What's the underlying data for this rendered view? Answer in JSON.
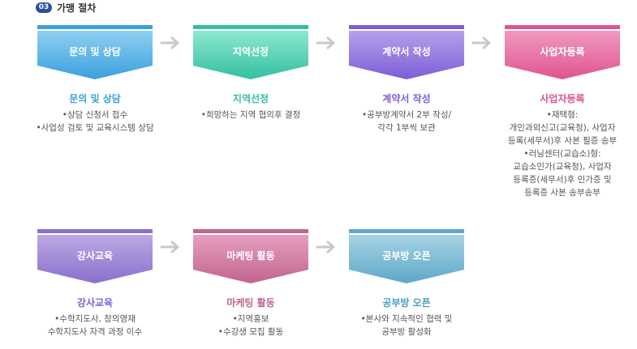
{
  "section": {
    "number": "03",
    "title": "가맹 절차"
  },
  "steps": [
    {
      "badge": "문의 및 상담",
      "title": "문의 및 상담",
      "lines": [
        "•상담 신청서 접수",
        "•사업성 검토 및 교육시스템 상담"
      ],
      "color_light": "#8fd0f2",
      "color_dark": "#3aa0dc",
      "title_color": "#3aa0dc"
    },
    {
      "badge": "지역선정",
      "title": "지역선정",
      "lines": [
        "•희망하는 지역 협의후 결정"
      ],
      "color_light": "#8ee8d2",
      "color_dark": "#33bfa0",
      "title_color": "#33bfa0"
    },
    {
      "badge": "계약서 작성",
      "title": "계약서 작성",
      "lines": [
        "•공부방계약서 2부 작성/",
        "각각 1부씩 보관"
      ],
      "color_light": "#b6a0ec",
      "color_dark": "#7d5ed6",
      "title_color": "#7d5ed6"
    },
    {
      "badge": "사업자등록",
      "title": "사업자등록",
      "lines": [
        "•재택형:",
        "개인과외신고(교육청), 사업자",
        "등록(세무서)후 사본 필증 송부",
        "•러닝센터(교습소)형:",
        "교습소인가(교육청), 사업자",
        "등록증(세무서)후 인가증 및",
        "등록증 사본 송부송부"
      ],
      "color_light": "#f099c0",
      "color_dark": "#df5590",
      "title_color": "#df5590"
    },
    {
      "badge": "강사교육",
      "title": "강사교육",
      "lines": [
        "•수학지도사, 창의영재",
        "수학지도사 자격 과정 이수"
      ],
      "color_light": "#bca8e4",
      "color_dark": "#8a70cc",
      "title_color": "#7d5ed6"
    },
    {
      "badge": "마케팅 활동",
      "title": "마케팅 활동",
      "lines": [
        "•지역홍보",
        "•수강생 모집 활동"
      ],
      "color_light": "#e69ec0",
      "color_dark": "#c2648f",
      "title_color": "#c2648f"
    },
    {
      "badge": "공부방 오픈",
      "title": "공부방 오픈",
      "lines": [
        "•본사와 지속적인 협력 및",
        "공부방 활성화"
      ],
      "color_light": "#a6d2e4",
      "color_dark": "#5ea8c8",
      "title_color": "#4a9cc0"
    }
  ]
}
